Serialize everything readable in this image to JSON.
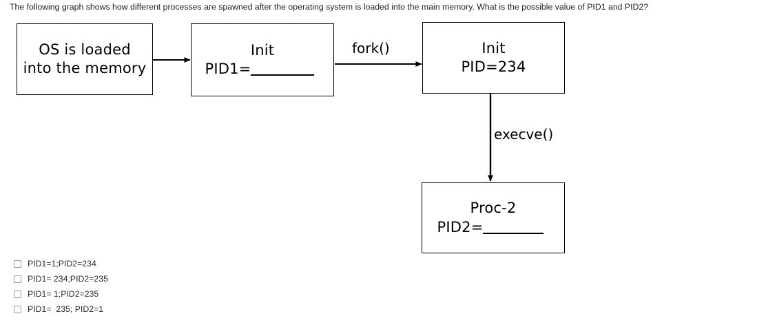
{
  "question": {
    "text": "The following graph shows how different processes are spawned after the operating system is loaded into the main memory. What is the possible value of PID1 and PID2?"
  },
  "diagram": {
    "type": "flowchart",
    "nodes": [
      {
        "id": "os-loaded",
        "line1": "OS is loaded",
        "line2": "into the memory",
        "has_blank": false
      },
      {
        "id": "init-pid1",
        "line1": "Init",
        "line2": "PID1=",
        "has_blank": true
      },
      {
        "id": "init-234",
        "line1": "Init",
        "line2": "PID=234",
        "has_blank": false
      },
      {
        "id": "proc-2",
        "line1": "Proc-2",
        "line2": "PID2=",
        "has_blank": true
      }
    ],
    "edges": [
      {
        "id": "os-to-init",
        "label": ""
      },
      {
        "id": "init-to-init",
        "label": "fork()"
      },
      {
        "id": "init-to-proc",
        "label": "execve()"
      }
    ],
    "stroke_color": "#000000",
    "fill_color": "#ffffff"
  },
  "options": [
    {
      "label": "PID1=1;PID2=234",
      "checked": false
    },
    {
      "label": "PID1= 234;PID2=235",
      "checked": false
    },
    {
      "label": "PID1= 1;PID2=235",
      "checked": false
    },
    {
      "label": "PID1=  235; PID2=1",
      "checked": false
    }
  ]
}
